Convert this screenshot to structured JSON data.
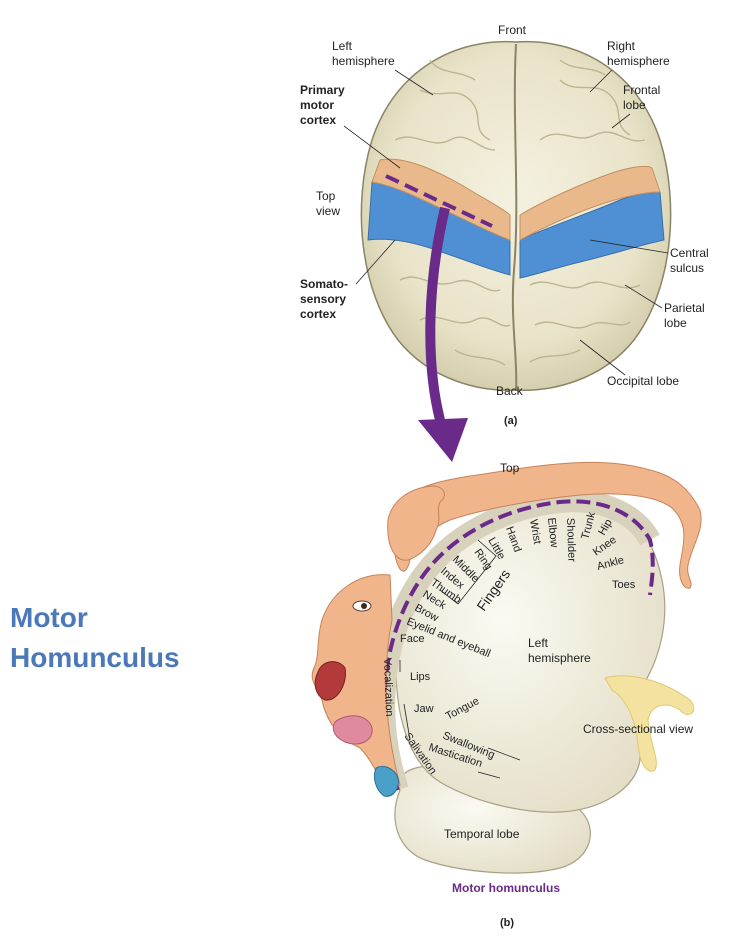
{
  "slide": {
    "title_line1": "Motor",
    "title_line2": "Homunculus"
  },
  "top_view": {
    "front": "Front",
    "back": "Back",
    "left_hemisphere_1": "Left",
    "left_hemisphere_2": "hemisphere",
    "right_hemisphere_1": "Right",
    "right_hemisphere_2": "hemisphere",
    "primary_motor_1": "Primary",
    "primary_motor_2": "motor",
    "primary_motor_3": "cortex",
    "top_view_1": "Top",
    "top_view_2": "view",
    "somato_1": "Somato-",
    "somato_2": "sensory",
    "somato_3": "cortex",
    "frontal_1": "Frontal",
    "frontal_2": "lobe",
    "central_1": "Central",
    "central_2": "sulcus",
    "parietal_1": "Parietal",
    "parietal_2": "lobe",
    "occipital": "Occipital lobe",
    "fig_label": "(a)"
  },
  "homunculus": {
    "top": "Top",
    "body_parts": [
      "Toes",
      "Ankle",
      "Knee",
      "Hip",
      "Trunk",
      "Shoulder",
      "Elbow",
      "Wrist",
      "Hand",
      "Little",
      "Ring",
      "Middle",
      "Index",
      "Thumb",
      "Neck",
      "Brow",
      "Eyelid and eyeball",
      "Face",
      "Lips",
      "Jaw",
      "Tongue",
      "Swallowing",
      "Mastication",
      "Salivation",
      "Vocalization"
    ],
    "fingers_group": "Fingers",
    "left_hemisphere_1": "Left",
    "left_hemisphere_2": "hemisphere",
    "cross_section": "Cross-sectional view",
    "temporal": "Temporal lobe",
    "caption": "Motor homunculus",
    "fig_label": "(b)"
  },
  "colors": {
    "motor_cortex": "#e9b98c",
    "somatosensory": "#4f8fd4",
    "arrow": "#6a2a8a",
    "title": "#4a78b8"
  }
}
